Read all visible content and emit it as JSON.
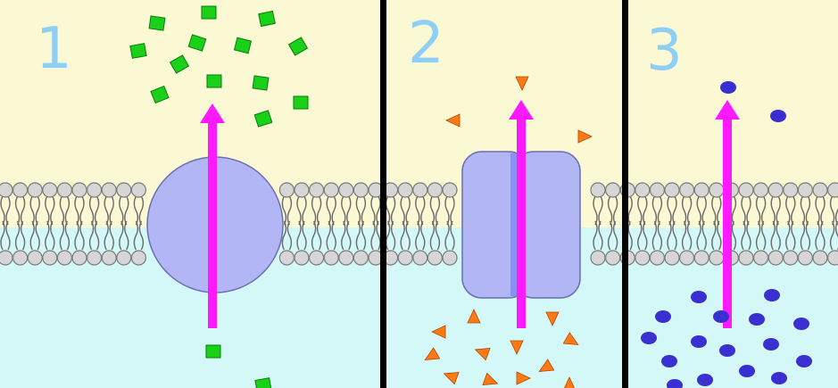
{
  "colors": {
    "extracellular": "#fbf8d4",
    "intracellular": "#d4f8f8",
    "divider": "#000000",
    "lipid_head": "#d6d6d6",
    "lipid_head_stroke": "#7a7a7a",
    "lipid_tail": "#6a6a6a",
    "protein_fill": "#b3b6f5",
    "protein_stroke": "#6b6fb0",
    "channel_core": "#8a8ff0",
    "arrow": "#ff19ff",
    "label": "#8ecff5",
    "square_molecule": "#19d119",
    "triangle_molecule": "#ff7a14",
    "dot_molecule": "#3a2fd0"
  },
  "panels": [
    {
      "label": "1",
      "transport": "carrier-protein",
      "molecule": "square-molecule"
    },
    {
      "label": "2",
      "transport": "channel-protein",
      "molecule": "triangle-molecule"
    },
    {
      "label": "3",
      "transport": "simple-diffusion",
      "molecule": "dot-molecule"
    }
  ]
}
